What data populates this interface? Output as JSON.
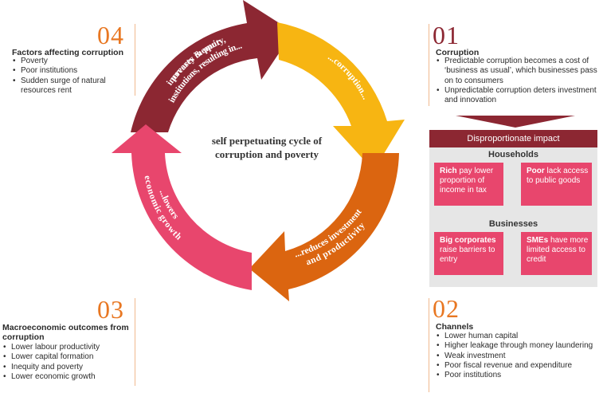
{
  "sections": {
    "s04": {
      "number": "04",
      "title": "Factors affecting corruption",
      "items": [
        "Poverty",
        "Poor institutions",
        "Sudden surge of natural resources rent"
      ]
    },
    "s01": {
      "number": "01",
      "title": "Corruption",
      "items": [
        "Predictable corruption becomes a cost of ‘business as usual’, which businesses pass on to consumers",
        "Unpredictable corruption deters investment and innovation"
      ]
    },
    "s03": {
      "number": "03",
      "title": "Macroeconomic outcomes from corruption",
      "items": [
        "Lower labour productivity",
        "Lower capital formation",
        "Inequity and poverty",
        "Lower economic growth"
      ]
    },
    "s02": {
      "number": "02",
      "title": "Channels",
      "items": [
        "Lower human capital",
        "Higher leakage through money laundering",
        "Weak investment",
        "Poor fiscal revenue and expenditure",
        "Poor institutions"
      ]
    }
  },
  "cycle": {
    "center": "self perpetuating cycle of corruption and poverty",
    "arrows": {
      "top_left": [
        "increases inequity,",
        "poverty & poor",
        "institutions, resulting in..."
      ],
      "top_right": "...corruption...",
      "bottom_right": [
        "...reduces investment",
        "and productivity"
      ],
      "bottom_left": [
        "...lowers",
        "economic growth"
      ]
    }
  },
  "impact": {
    "header": "Disproportionate impact",
    "households": {
      "title": "Households",
      "rich_bold": "Rich",
      "rich_text": " pay lower proportion of income in tax",
      "poor_bold": "Poor",
      "poor_text": " lack access to public goods"
    },
    "businesses": {
      "title": "Businesses",
      "big_bold": "Big corporates",
      "big_text": " raise barriers to entry",
      "sme_bold": "SMEs",
      "sme_text": " have more limited access to credit"
    }
  },
  "colors": {
    "number": "#e87722",
    "number_01": "#8c2732",
    "maroon": "#8c2732",
    "gold": "#f7b512",
    "orange": "#db6510",
    "pink": "#e8466d",
    "box_pink": "#e8466d",
    "rule": "#f0b98f"
  }
}
